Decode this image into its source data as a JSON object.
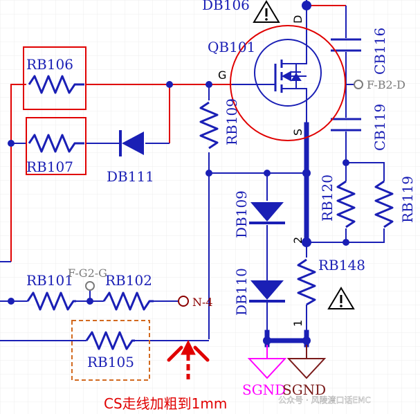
{
  "components": {
    "rb106": "RB106",
    "rb107": "RB107",
    "db111": "DB111",
    "qb101": "QB101",
    "db106": "DB106",
    "rb109": "RB109",
    "cb116": "CB116",
    "cb119": "CB119",
    "rb120": "RB120",
    "rb119": "RB119",
    "db109": "DB109",
    "db110": "DB110",
    "rb148": "RB148",
    "rb101": "RB101",
    "rb102": "RB102",
    "rb105": "RB105"
  },
  "pins": {
    "gate": "G",
    "drain": "D",
    "source": "S",
    "rb148_top": "2",
    "rb148_bottom": "1"
  },
  "nets": {
    "fb2d": "F-B2-D",
    "fg2g": "F-G2-G",
    "n4": "N-4",
    "sgnd1": "SGND",
    "sgnd2": "SGND"
  },
  "annotation": {
    "text": "CS走线加粗到1mm"
  },
  "watermark": {
    "text": "公众号 · 风陵渡口话EMC"
  },
  "colors": {
    "wire_blue": "#1a1fb5",
    "wire_red": "#e00000",
    "highlight_circle": "#e00000",
    "sgnd_magenta": "#ff00ff",
    "sgnd_brown": "#7a1a1a"
  }
}
